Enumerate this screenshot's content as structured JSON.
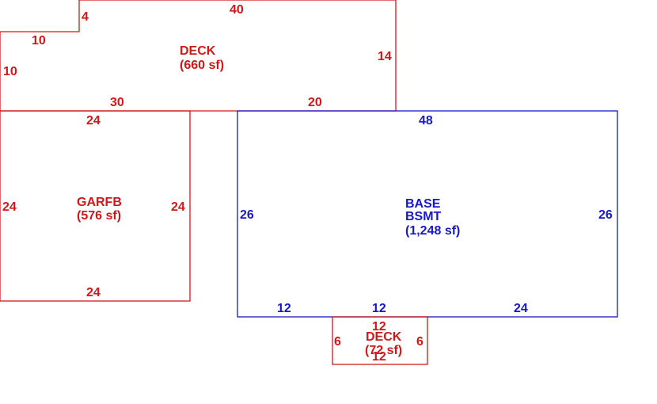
{
  "colors": {
    "deck": "#d01818",
    "garage": "#d01818",
    "basement": "#1818c8",
    "small_deck": "#d01818"
  },
  "deck": {
    "name": "DECK",
    "area": "(660 sf)",
    "dims": {
      "top": "40",
      "notch_vertical": "4",
      "notch_horizontal": "10",
      "left": "10",
      "right": "14",
      "bottom_left": "30",
      "bottom_right": "20"
    }
  },
  "garage": {
    "name": "GARFB",
    "area": "(576 sf)",
    "dims": {
      "top": "24",
      "left": "24",
      "right": "24",
      "bottom": "24"
    }
  },
  "basement": {
    "name_line1": "BASE",
    "name_line2": "BSMT",
    "area": "(1,248 sf)",
    "dims": {
      "top": "48",
      "left": "26",
      "right": "26",
      "bottom_left": "12",
      "bottom_mid": "12",
      "bottom_right": "24"
    }
  },
  "small_deck": {
    "name": "DECK",
    "area": "(72 sf)",
    "dims": {
      "top": "12",
      "left": "6",
      "right": "6",
      "bottom": "12"
    }
  }
}
